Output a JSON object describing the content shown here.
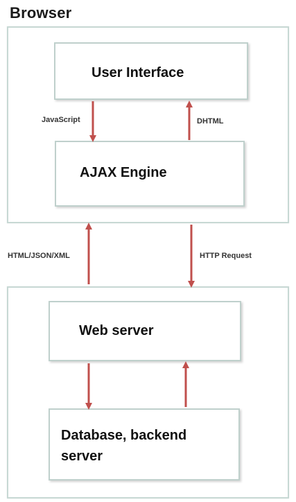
{
  "diagram": {
    "title": "Browser",
    "nodes": {
      "user_interface": "User Interface",
      "ajax_engine": "AJAX Engine",
      "web_server": "Web server",
      "database": "Database, backend server"
    },
    "edge_labels": {
      "javascript": "JavaScript",
      "dhtml": "DHTML",
      "html_json_xml": "HTML/JSON/XML",
      "http_request": "HTTP Request"
    },
    "colors": {
      "arrow": "#c0504d",
      "box_border": "#bfd0cc"
    }
  }
}
